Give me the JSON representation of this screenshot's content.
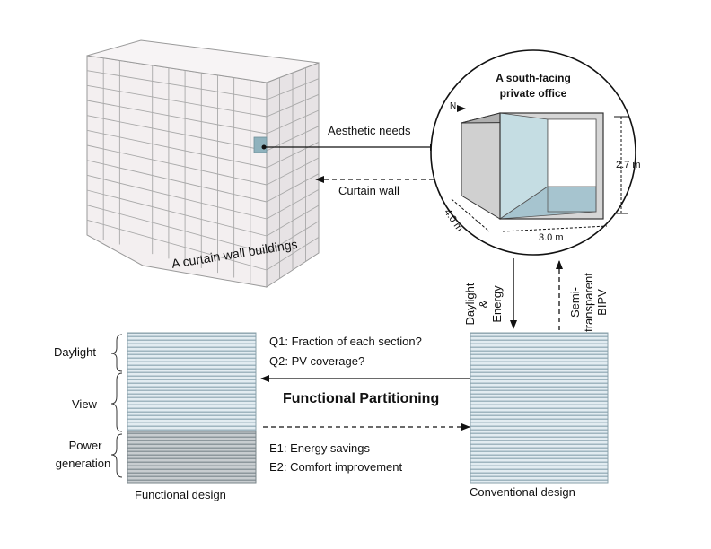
{
  "building": {
    "caption": "A curtain wall buildings"
  },
  "office": {
    "title_line1": "A south-facing",
    "title_line2": "private office",
    "north_label": "N",
    "dim_height": "2.7 m",
    "dim_width": "3.0 m",
    "dim_depth": "4.0 m"
  },
  "arrows": {
    "aesthetic_needs": "Aesthetic needs",
    "curtain_wall": "Curtain wall",
    "daylight_energy_line1": "Daylight",
    "daylight_energy_line2": "&",
    "daylight_energy_line3": "Energy",
    "semi_bipv_line1": "Semi-",
    "semi_bipv_line2": "transparent",
    "semi_bipv_line3": "BIPV"
  },
  "functional_design": {
    "caption": "Functional design",
    "sections": {
      "daylight": "Daylight",
      "view": "View",
      "power_line1": "Power",
      "power_line2": "generation"
    }
  },
  "conventional_design": {
    "caption": "Conventional design"
  },
  "questions": {
    "q1": "Q1:  Fraction of each section?",
    "q2": "Q2:  PV coverage?"
  },
  "method": {
    "label": "Functional Partitioning"
  },
  "evaluations": {
    "e1": "E1:  Energy savings",
    "e2": "E2:  Comfort improvement"
  },
  "colors": {
    "building_face": "#f3eff0",
    "building_side": "#e7e3e5",
    "grid_line": "#a9a9a9",
    "highlight_cell": "#8fb2bd",
    "glass": "#c5dde3",
    "glass_floor": "#a6c4cf",
    "office_frame": "#cfcfcf",
    "stripe_light": "#e2ecf1",
    "stripe_dark": "#9fb5bf",
    "power_light": "#c8cdd0",
    "power_dark": "#8d979c"
  }
}
